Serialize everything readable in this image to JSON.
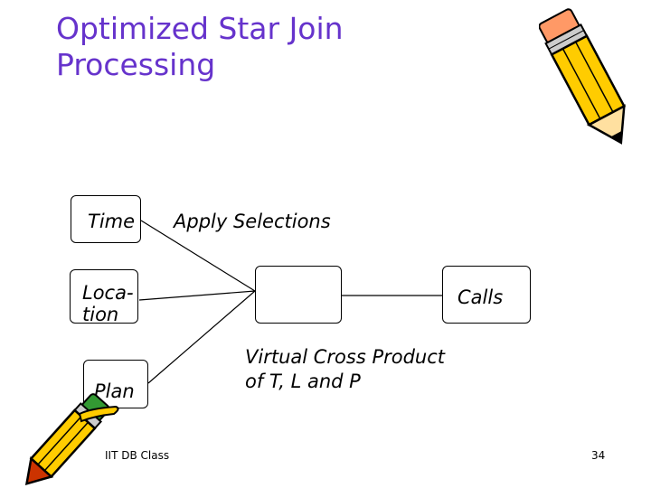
{
  "slide": {
    "title_line1": "Optimized Star Join",
    "title_line2": "Processing",
    "footer_left": "IIT DB Class",
    "page_number": "34"
  },
  "diagram": {
    "time_label": "Time",
    "location_line1": "Loca-",
    "location_line2": "tion",
    "plan_label": "Plan",
    "calls_label": "Calls",
    "apply_label": "Apply Selections",
    "virtual_line1": "Virtual Cross Product",
    "virtual_line2": "of T, L and P"
  },
  "colors": {
    "title": "#6633cc",
    "pencil_body": "#ffcc00",
    "pencil_outline": "#000000",
    "pencil_tip": "#cc3300",
    "eraser": "#339933"
  },
  "icons": {
    "top_right": "pencil-icon",
    "bottom_left": "pencil-icon"
  }
}
